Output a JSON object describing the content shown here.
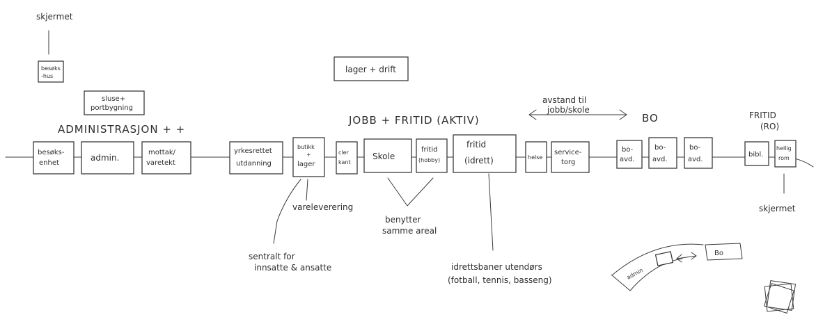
{
  "labels": {
    "skjermet_top": "skjermet",
    "besokshus_1": "besøks",
    "besokshus_2": "-hus",
    "sluse_1": "sluse+",
    "sluse_2": "portbygning",
    "administrasjon": "ADMINISTRASJON + +",
    "lager_drift": "lager + drift",
    "jobb_fritid": "JOBB + FRITID (AKTIV)",
    "avstand_1": "avstand til",
    "avstand_2": "jobb/skole",
    "bo": "BO",
    "fritid_ro_1": "FRITID",
    "fritid_ro_2": "(RO)",
    "besoksenhet_1": "besøks-",
    "besoksenhet_2": "enhet",
    "admin": "admin.",
    "mottak_1": "mottak/",
    "mottak_2": "varetekt",
    "yrkesrettet_1": "yrkesrettet",
    "yrkesrettet_2": "utdanning",
    "butikk_1": "butikk",
    "butikk_2": "+",
    "butikk_3": "lager",
    "kant_1": "cler",
    "kant_2": "kant",
    "skole": "Skole",
    "fritid_hobby_1": "fritid",
    "fritid_hobby_2": "(hobby)",
    "fritid_idrett_1": "fritid",
    "fritid_idrett_2": "(idrett)",
    "helse": "helse",
    "service_1": "service-",
    "service_2": "torg",
    "boavd_1": "bo-",
    "boavd_2": "avd.",
    "bibl": "bibl.",
    "hellig_1": "hellig",
    "hellig_2": "rom",
    "vareleverering": "vareleverering",
    "benytter_1": "benytter",
    "benytter_2": "samme areal",
    "sentralt_1": "sentralt for",
    "sentralt_2": "innsatte & ansatte",
    "idrett_1": "idrettsbaner utendørs",
    "idrett_2": "(fotball, tennis, basseng)",
    "skjermet_right": "skjermet",
    "sketch_bo": "Bo",
    "sketch_admin": "admin"
  }
}
